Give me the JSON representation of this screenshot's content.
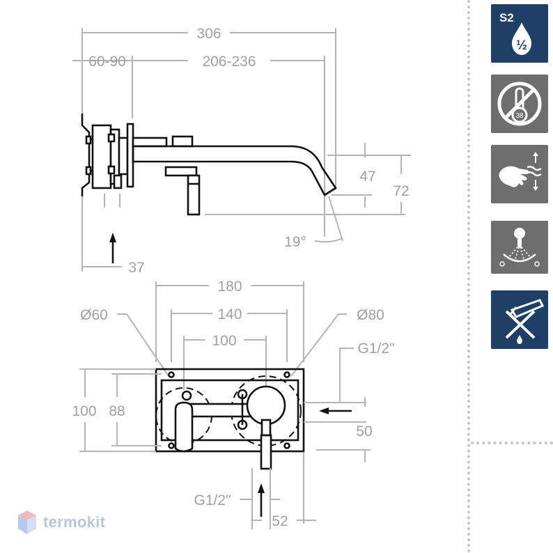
{
  "dimensions_side": {
    "d306": "306",
    "d6090": "60-90",
    "d206236": "206-236",
    "d47": "47",
    "d72": "72",
    "d19deg": "19°",
    "d37": "37"
  },
  "dimensions_plate": {
    "d180": "180",
    "d140": "140",
    "d100w": "100",
    "dia60": "Ø60",
    "dia80": "Ø80",
    "g12_right": "G1/2\"",
    "d100h": "100",
    "d88": "88",
    "d50": "50",
    "g12_bottom": "G1/2\"",
    "d52": "52"
  },
  "badges": {
    "s2_label": "S2",
    "half_label": "½",
    "temp_label": "38",
    "icons": [
      "s2-water-drop-half-icon",
      "no-temperature-limiter-icon",
      "hand-sensor-icon",
      "spray-temperature-icon",
      "no-pull-out-spout-icon"
    ],
    "colors": {
      "navy": "#1e3f66",
      "gray": "#6e6e6e",
      "white": "#ffffff"
    }
  },
  "brand": {
    "name": "termokit",
    "color": "#b9c6d4"
  }
}
